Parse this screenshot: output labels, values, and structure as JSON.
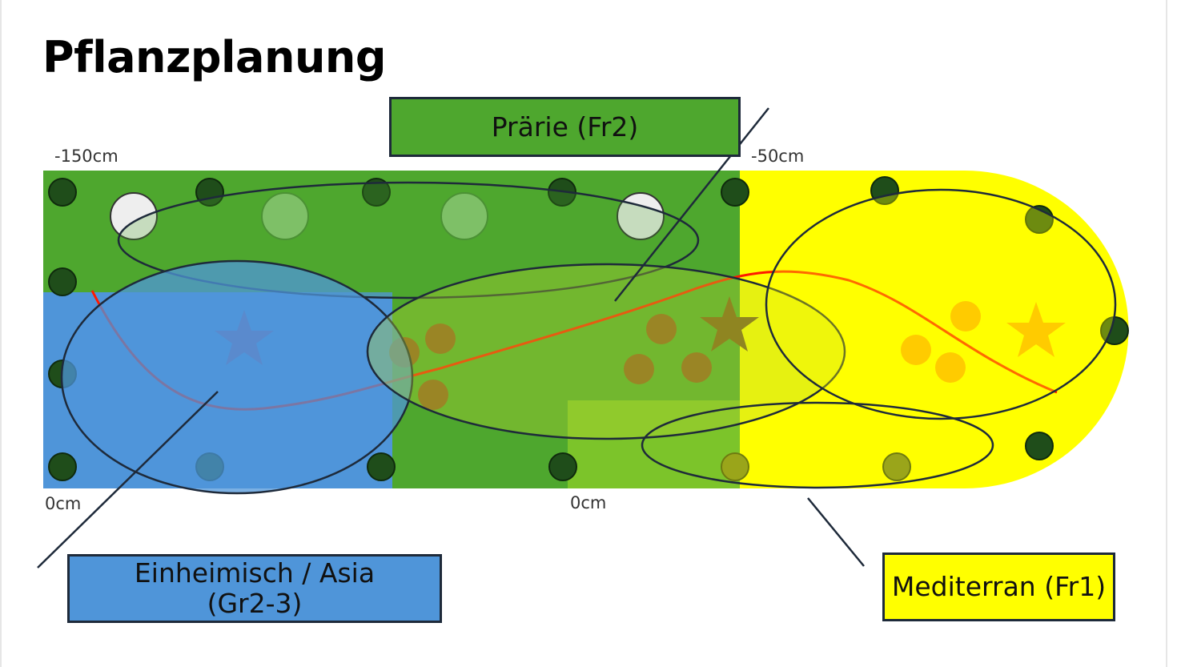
{
  "title": "Pflanzplanung",
  "labels": {
    "prairie": "Prärie (Fr2)",
    "native_line1": "Einheimisch / Asia",
    "native_line2": "(Gr2-3)",
    "mediterranean": "Mediterran (Fr1)"
  },
  "dimensions": {
    "top_left": "-150cm",
    "top_right": "-50cm",
    "bottom_left": "0cm",
    "bottom_mid": "0cm"
  },
  "colors": {
    "prairie_green": "#4ea72e",
    "native_blue": "#4f95d9",
    "mediterranean_yellow": "#ffff00",
    "lime": "#7cc42a",
    "dark_green_plant": "#1f4d1a",
    "orange_plant": "#ffb000",
    "brown_plant": "#8b5a1f",
    "star_purple": "#7b6aa8",
    "star_brown": "#7a5a1a",
    "star_orange": "#ffb000",
    "path_red": "#ff0000"
  },
  "icons": [
    "star-icon",
    "star-icon",
    "star-icon"
  ]
}
